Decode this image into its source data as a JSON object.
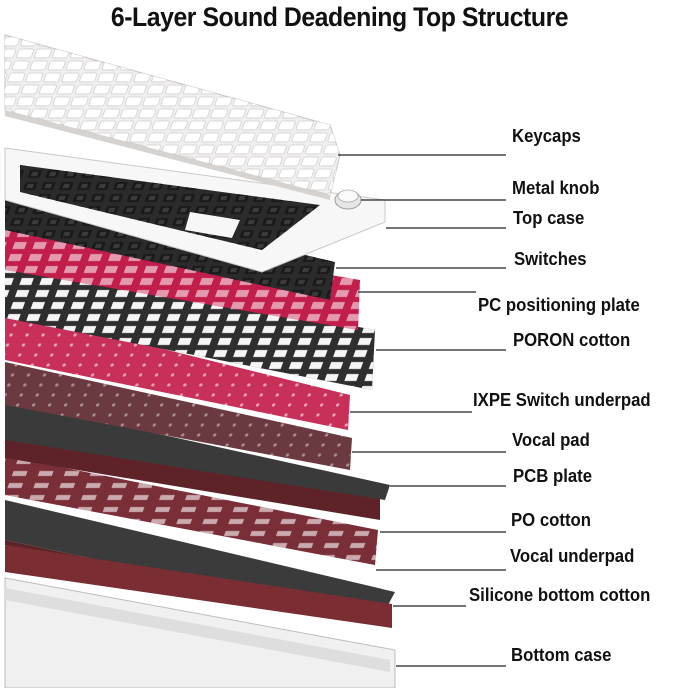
{
  "title": "6-Layer Sound Deadening Top Structure",
  "layers": [
    {
      "label": "Keycaps"
    },
    {
      "label": "Metal knob"
    },
    {
      "label": "Top case"
    },
    {
      "label": "Switches"
    },
    {
      "label": "PC positioning plate"
    },
    {
      "label": "PORON  cotton"
    },
    {
      "label": "IXPE Switch underpad"
    },
    {
      "label": "Vocal pad"
    },
    {
      "label": "PCB plate"
    },
    {
      "label": "PO cotton"
    },
    {
      "label": "Vocal underpad"
    },
    {
      "label": "Silicone bottom cotton"
    },
    {
      "label": "Bottom case"
    }
  ],
  "colors": {
    "keycaps": "#f2f0ee",
    "top_case": "#f7f7f7",
    "switches": "#2b2b2b",
    "pc_plate": "#c21e4c",
    "poron": "#2e2e2e",
    "ixpe": "#c8305a",
    "vocal_pad": "#6b3a40",
    "pcb": "#3a3a3a",
    "po_cotton": "#5e2328",
    "vocal_underpad": "#7a2e38",
    "silicone": "#3b3b3b",
    "bottom_case": "#f0f0f0",
    "leader": "#222222"
  }
}
